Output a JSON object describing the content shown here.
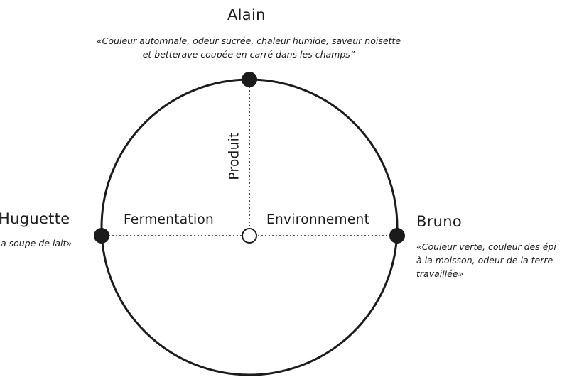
{
  "people": {
    "alain": {
      "name": "Alain",
      "quote_line1": "«Couleur automnale, odeur sucrée, chaleur humide, saveur noisette",
      "quote_line2": "et betterave coupée en carré dans les champs”"
    },
    "huguette": {
      "name": "Huguette",
      "quote_line1": "a soupe de lait»"
    },
    "bruno": {
      "name": "Bruno",
      "quote_line1": "«Couleur verte, couleur des épi",
      "quote_line2": "à la moisson, odeur de la terre",
      "quote_line3": "travaillée»"
    }
  },
  "axes": {
    "vertical": "Produit",
    "left": "Fermentation",
    "right": "Environnement"
  },
  "colors": {
    "ink": "#1b1b1b",
    "background": "#ffffff"
  }
}
